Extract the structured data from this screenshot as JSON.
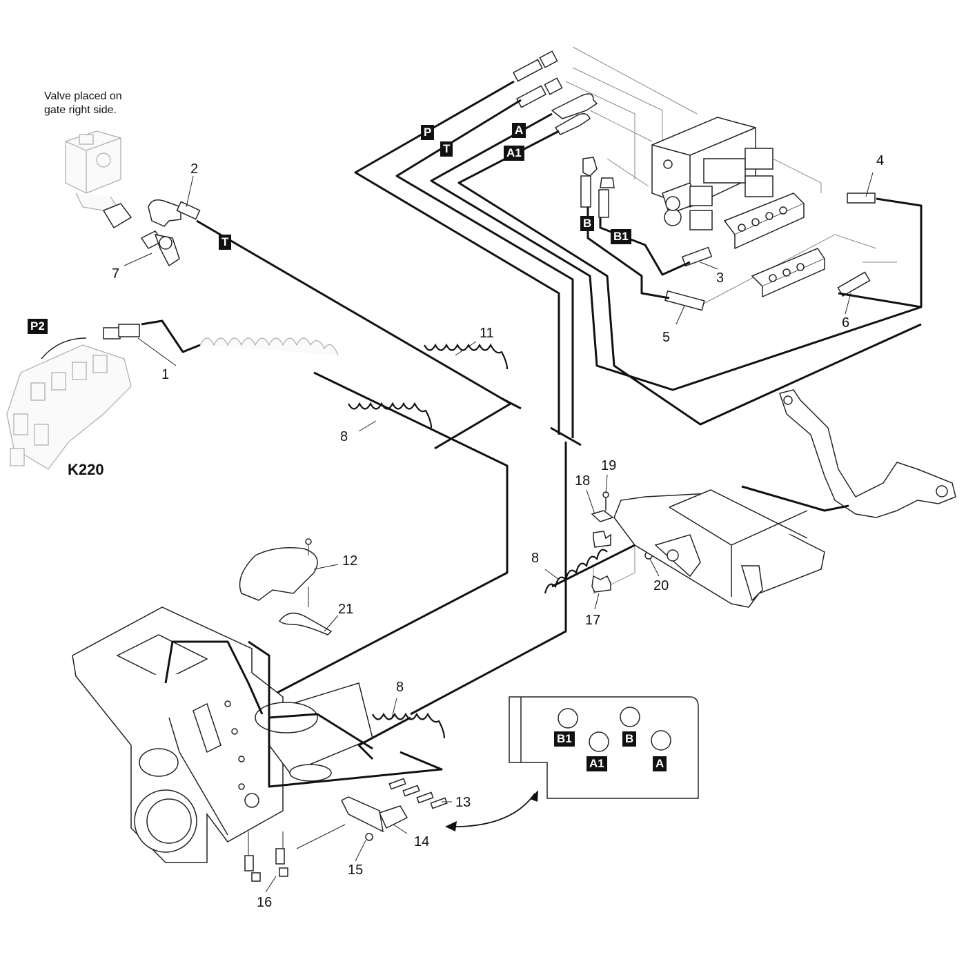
{
  "note": "Valve placed on\ngate right side.",
  "model_label": "K220",
  "port_tags": {
    "p": "P",
    "t_top": "T",
    "a": "A",
    "a1": "A1",
    "b": "B",
    "b1": "B1",
    "t_left": "T",
    "p2": "P2",
    "plate_b1": "B1",
    "plate_b": "B",
    "plate_a1": "A1",
    "plate_a": "A"
  },
  "callouts": {
    "c1": "1",
    "c2": "2",
    "c3": "3",
    "c4": "4",
    "c5": "5",
    "c6": "6",
    "c7": "7",
    "c8a": "8",
    "c8b": "8",
    "c8c": "8",
    "c11": "11",
    "c12": "12",
    "c13": "13",
    "c14": "14",
    "c15": "15",
    "c16": "16",
    "c17": "17",
    "c18": "18",
    "c19": "19",
    "c20": "20",
    "c21": "21"
  },
  "colors": {
    "line": "#111111",
    "tag_bg": "#111111",
    "tag_text": "#ffffff",
    "ghost": "#aaaaaa"
  }
}
